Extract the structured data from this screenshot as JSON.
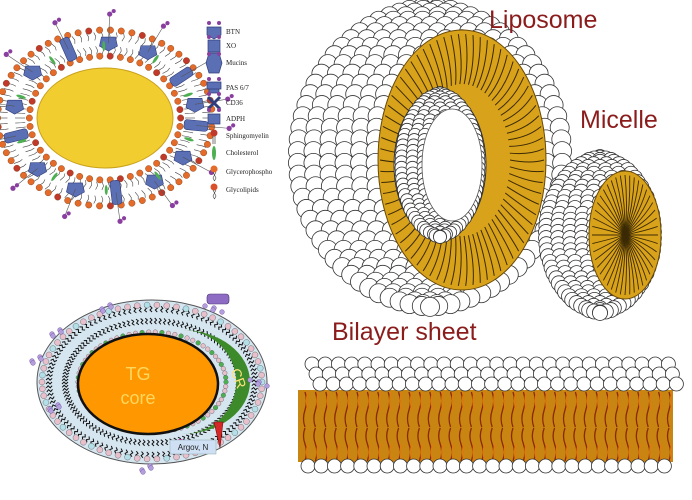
{
  "labels": {
    "liposome": "Liposome",
    "micelle": "Micelle",
    "bilayer": "Bilayer sheet"
  },
  "legend": [
    {
      "label": "BTN",
      "icon": "btn-protein-icon"
    },
    {
      "label": "XO",
      "icon": "xo-protein-icon"
    },
    {
      "label": "Mucins",
      "icon": "mucin-protein-icon"
    },
    {
      "label": "PAS 6/7",
      "icon": "pas-protein-icon"
    },
    {
      "label": "CD36",
      "icon": "cd36-protein-icon"
    },
    {
      "label": "ADPH",
      "icon": "adph-protein-icon"
    },
    {
      "label": "Sphingomyelin",
      "icon": "sphingomyelin-icon"
    },
    {
      "label": "Cholesterol",
      "icon": "cholesterol-icon"
    },
    {
      "label": "Glycerophospho",
      "icon": "glycerophospholipid-icon"
    },
    {
      "label": "Glycolipids",
      "icon": "glycolipid-icon"
    }
  ],
  "globule": {
    "core_label_line1": "TG",
    "core_label_line2": "core",
    "cr_label": "CR",
    "credit": "Argov, N"
  },
  "colors": {
    "label_red": "#8b1c1c",
    "lipid_tail_gold": "#d9a21b",
    "bilayer_tail_orange": "#e07a10",
    "head_white": "#ffffff",
    "mfg_core_yellow": "#f2cd2f",
    "tg_core_orange": "#ff9800",
    "cr_green": "#3d8a2a",
    "protein_blue": "#5b6fb5",
    "glyco_purple": "#8a3fa0",
    "head_orange": "#e46b2a",
    "cholesterol_green": "#4caf50"
  }
}
